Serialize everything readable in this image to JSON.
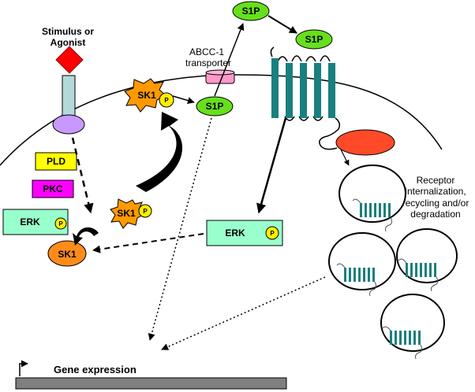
{
  "labels": {
    "stimulus_line1": "Stimulus or",
    "stimulus_line2": "Agonist",
    "abcc_line1": "ABCC-1",
    "abcc_line2": "transporter",
    "s1p_top1": "S1P",
    "s1p_top2": "S1P",
    "s1p_mid": "S1P",
    "sk1_membrane": "SK1",
    "sk1_cytosol": "SK1",
    "sk1_inactive": "SK1",
    "phospho": "P",
    "pld": "PLD",
    "pkc": "PKC",
    "erk_left": "ERK",
    "erk_right": "ERK",
    "receptor_line1": "Receptor",
    "receptor_line2": "internalization,",
    "receptor_line3": "recycling and/or",
    "receptor_line4": "degradation",
    "gene_expression": "Gene expression"
  },
  "colors": {
    "s1p_fill": "#66e01c",
    "sk1_star_fill": "#ff9900",
    "sk1_inactive_fill": "#ff8c1a",
    "phospho_fill": "#ffee00",
    "pld_fill": "#ffff00",
    "pkc_fill": "#ff00ff",
    "erk_fill": "#99ffcc",
    "receptor_fill": "#1a7f7f",
    "g_protein_fill": "#ff4a2a",
    "agonist_fill": "#ff0000",
    "receptor_stalk_fill": "#b3d9d9",
    "receptor_base_fill": "#c799ff",
    "transporter_fill": "#ff99cc",
    "gene_bar_fill": "#808080"
  }
}
